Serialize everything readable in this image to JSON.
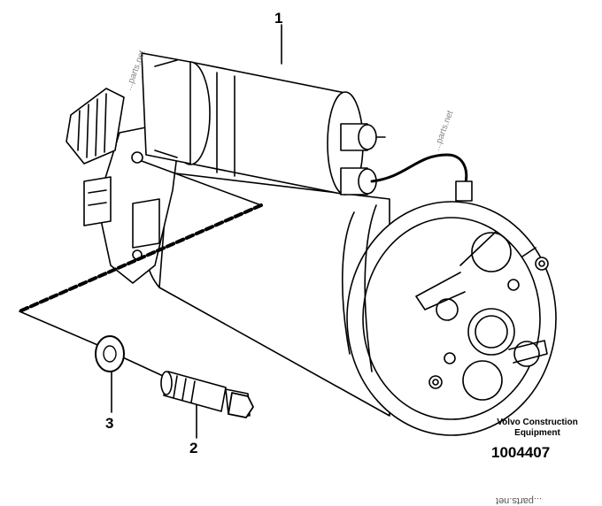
{
  "callouts": {
    "part_1": "1",
    "part_2": "2",
    "part_3": "3"
  },
  "brand": {
    "line1": "Volvo Construction",
    "line2": "Equipment"
  },
  "figure_number": "1004407",
  "watermark": "...parts.net",
  "colors": {
    "line": "#000000",
    "background": "#ffffff"
  }
}
